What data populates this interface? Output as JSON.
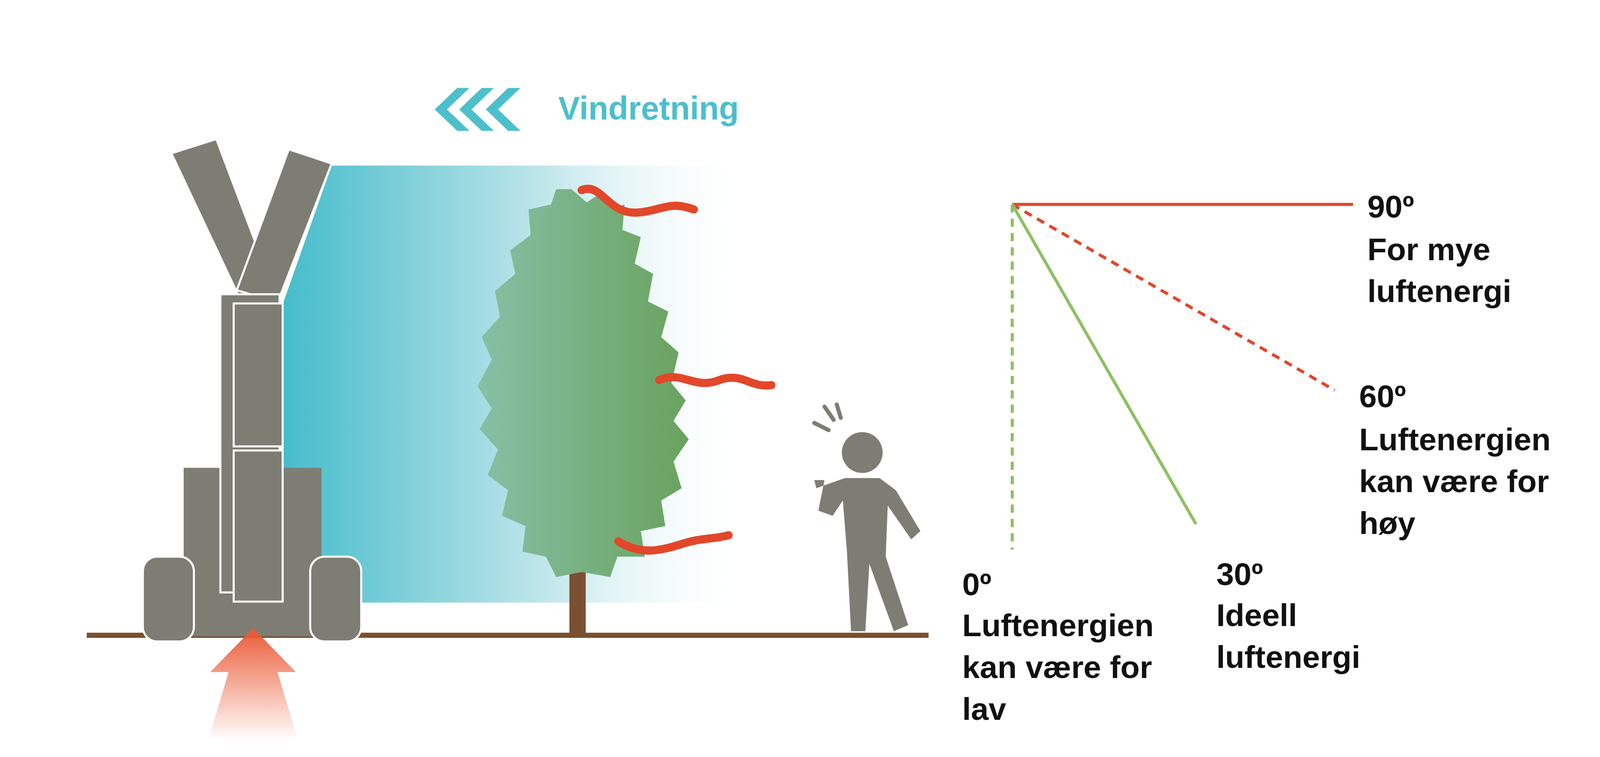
{
  "diagram": {
    "labels": [
      "Vindretning",
      "90º",
      "For mye luftenergi",
      "60º",
      "Luftenergien kan være for høy",
      "0º",
      "Luftenergien kan være for lav",
      "30º",
      "Ideell luftenergi"
    ]
  }
}
